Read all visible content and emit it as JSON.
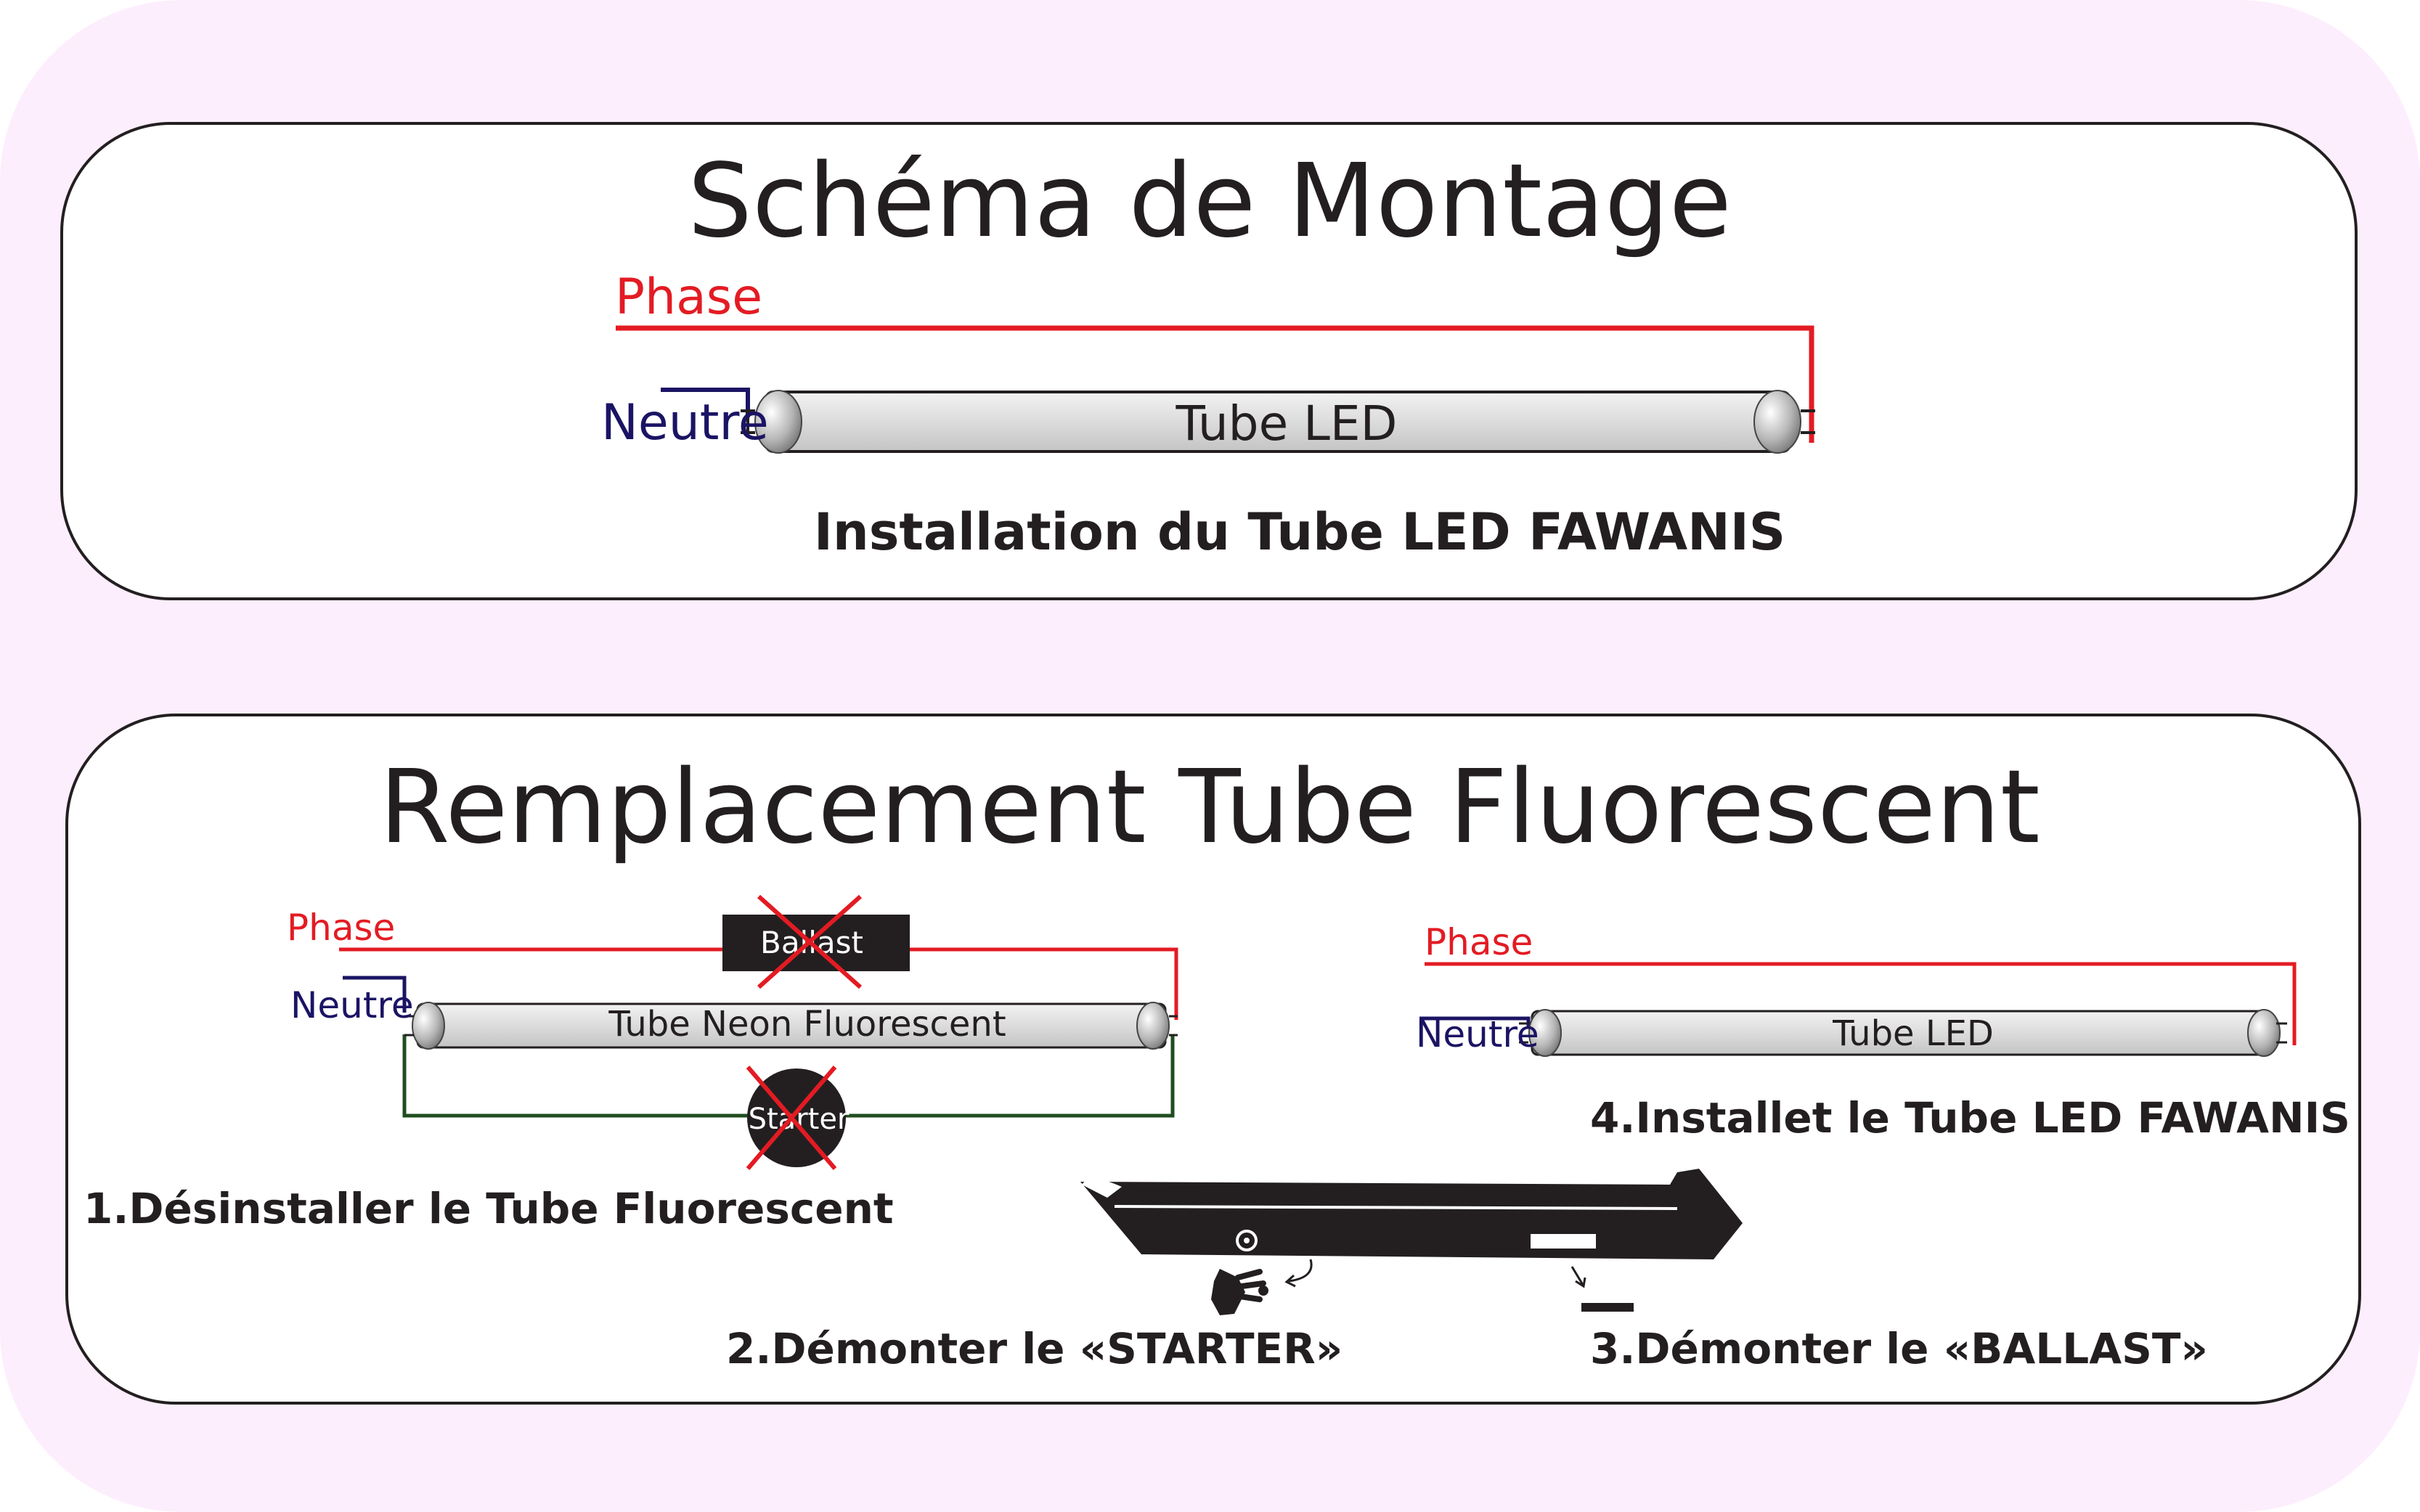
{
  "top_panel": {
    "title": "Schéma de Montage",
    "phase_label": "Phase",
    "neutral_label": "Neutre",
    "tube_label": "Tube LED",
    "caption": "Installation du Tube LED FAWANIS"
  },
  "bottom_panel": {
    "title": "Remplacement Tube Fluorescent",
    "left_diagram": {
      "phase_label": "Phase",
      "neutral_label": "Neutre",
      "ballast_label": "Ballast",
      "tube_label": "Tube Neon Fluorescent",
      "starter_label": "Starter"
    },
    "right_diagram": {
      "phase_label": "Phase",
      "neutral_label": "Neutre",
      "tube_label": "Tube LED"
    },
    "step1": "1.Désinstaller le Tube Fluorescent",
    "step2": "2.Démonter le «STARTER»",
    "step3": "3.Démonter le «BALLAST»",
    "step4": "4.Installet le Tube LED FAWANIS"
  },
  "colors": {
    "background": "#fdeefd",
    "phase": "#e31b23",
    "neutral": "#1b1464",
    "starter_wire": "#1f4d1f",
    "cross": "#e31b23",
    "text": "#231f20"
  }
}
